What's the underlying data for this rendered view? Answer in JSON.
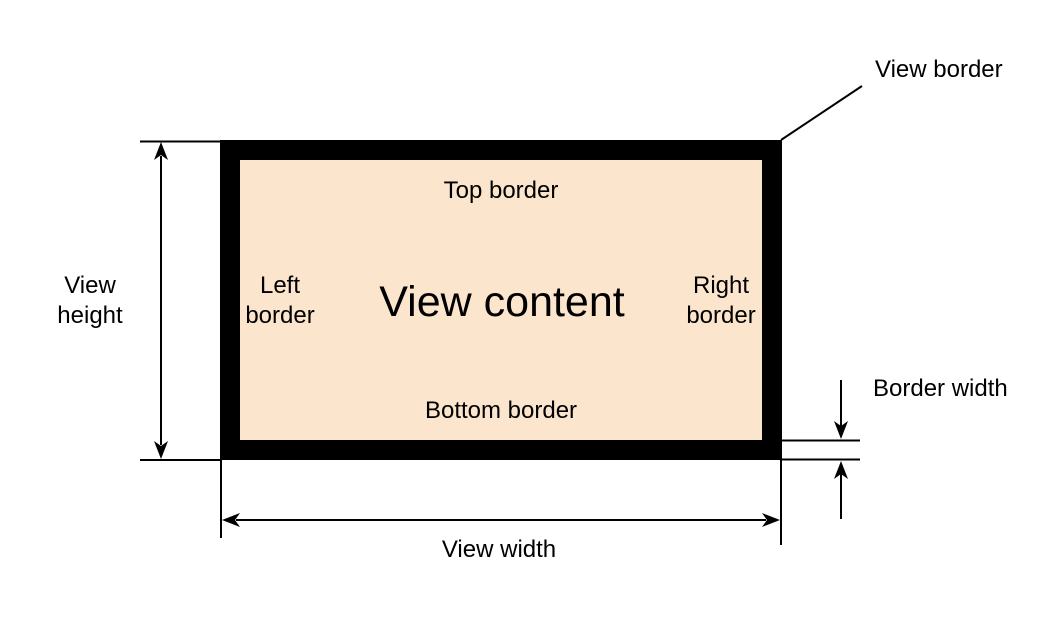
{
  "colors": {
    "background": "#ffffff",
    "view_border": "#000000",
    "view_content_fill": "#fce5cd",
    "dimension_lines": "#000000",
    "text": "#000000"
  },
  "view": {
    "content_label": "View content",
    "top_border_label": "Top border",
    "bottom_border_label": "Bottom border",
    "left_border_label": {
      "line1": "Left",
      "line2": "border"
    },
    "right_border_label": {
      "line1": "Right",
      "line2": "border"
    }
  },
  "annotations": {
    "view_border": {
      "label": "View border"
    },
    "view_height": {
      "label_line1": "View",
      "label_line2": "height"
    },
    "view_width": {
      "label": "View width"
    },
    "border_width": {
      "label": "Border width"
    }
  }
}
